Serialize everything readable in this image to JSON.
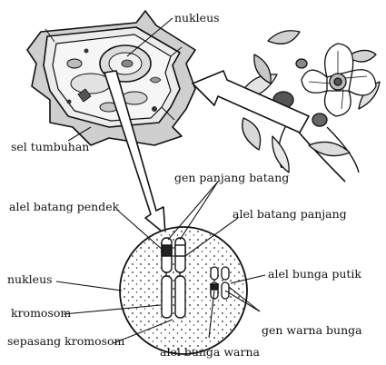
{
  "labels": {
    "nukleus_top": "nukleus",
    "sel_tumbuhan": "sel tumbuhan",
    "gen_panjang_batang": "gen panjang batang",
    "alel_batang_pendek": "alel batang pendek",
    "alel_batang_panjang": "alel batang panjang",
    "nukleus_left": "nukleus",
    "alel_bunga_putih": "alel bunga putik",
    "kromosom": "kromosom",
    "gen_warna_bunga": "gen warna bunga",
    "sepasang_kromosom": "sepasang kromosom",
    "alel_bunga_warna": "alel bunga warna"
  },
  "colors": {
    "ink": "#111111",
    "cell_fill": "#e8e8e8",
    "paper": "#ffffff"
  }
}
